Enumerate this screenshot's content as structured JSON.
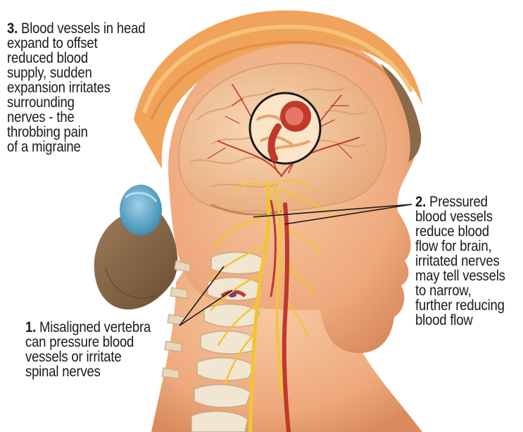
{
  "annotations": [
    {
      "id": "3",
      "number": "3.",
      "text": " Blood vessels in head\nexpand to offset\nreduced blood\nsupply, sudden\nexpansion irritates\nsurrounding\nnerves - the\nthrobbing pain\nof a migraine"
    },
    {
      "id": "2",
      "number": "2.",
      "text": " Pressured\nblood vessels\nreduce blood\nflow for brain,\nirritated nerves\nmay tell vessels\nto narrow,\nfurther reducing\nblood flow"
    },
    {
      "id": "1",
      "number": "1.",
      "text": " Misaligned vertebra\ncan pressure blood\nvessels or irritate\nspinal nerves"
    }
  ],
  "colors": {
    "skin": "#f2b487",
    "skin_shadow": "#d98b5e",
    "hair": "#8a6a4a",
    "hair_band": "#6fb0cf",
    "brain": "#f4c79e",
    "nerve": "#f4c430",
    "vessel": "#c0392b",
    "bone": "#f1e6d2",
    "text": "#1a1a1a"
  }
}
